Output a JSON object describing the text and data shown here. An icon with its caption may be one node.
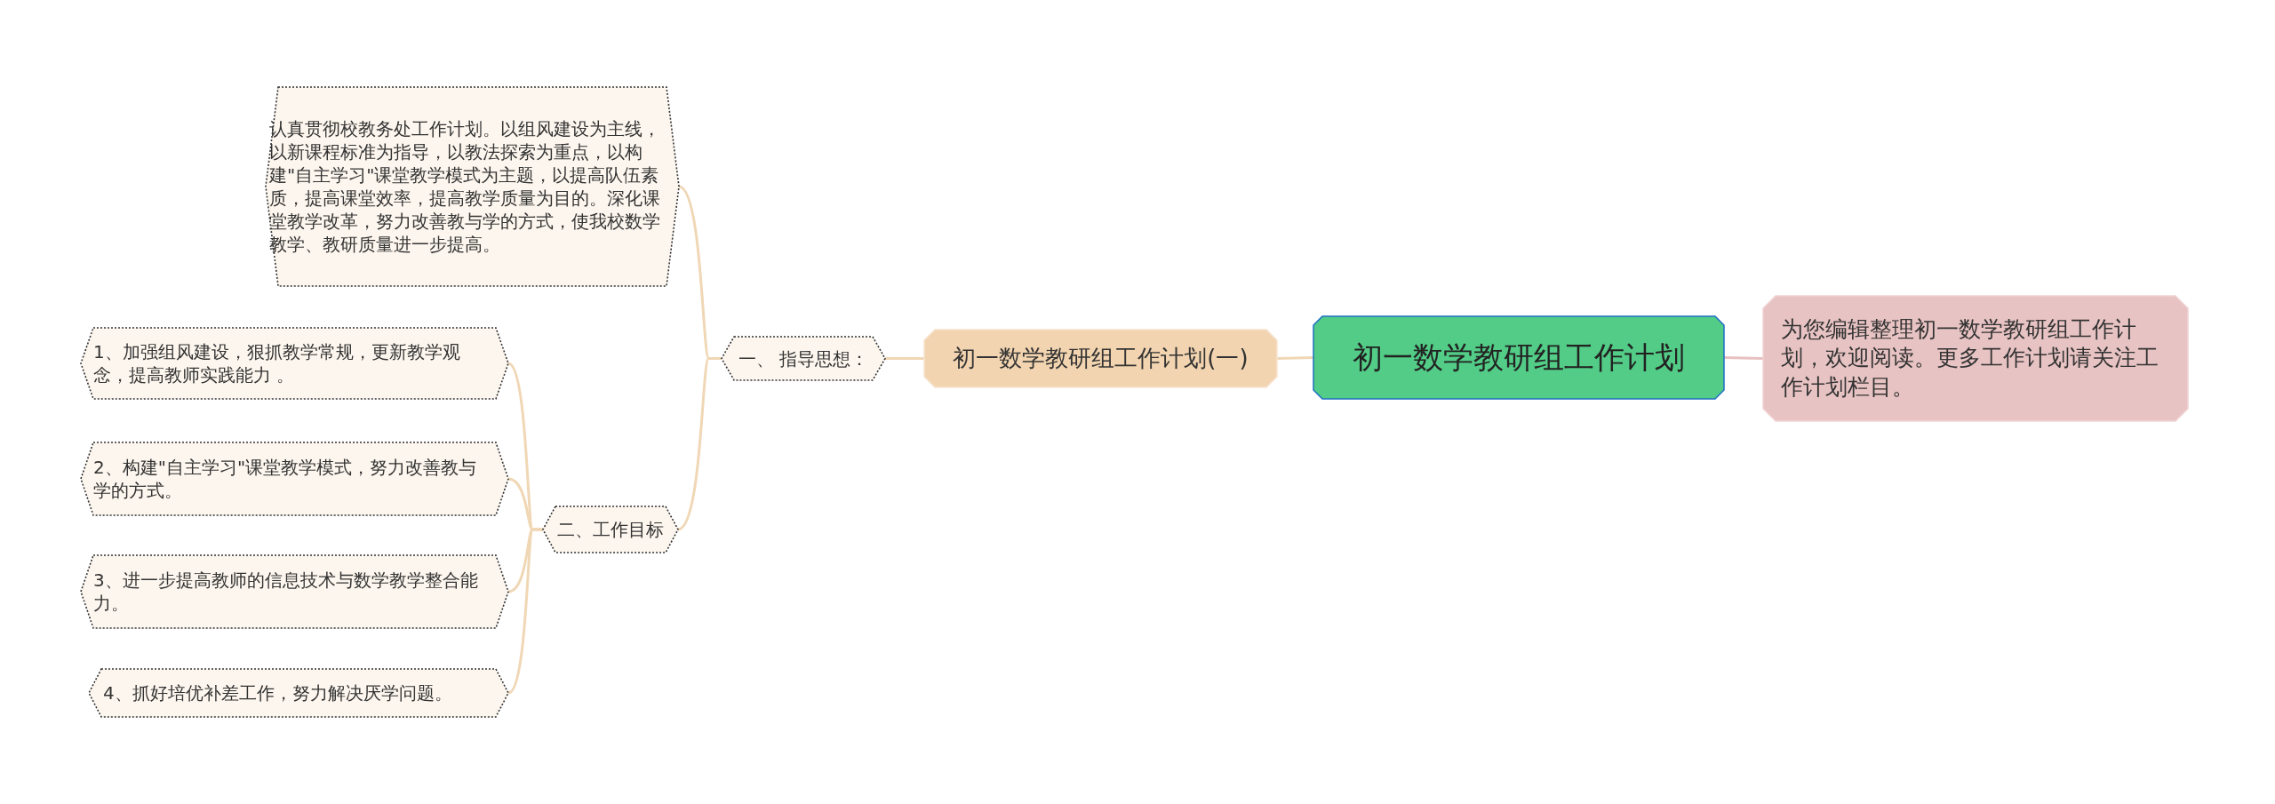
{
  "diagram": {
    "nodes": [
      {
        "text": [
          "初一数学教研组工作计划"
        ]
      },
      {
        "text": [
          "为您编辑整理初一数学教研组工作计划，欢迎阅读。更多工作计划请关注工作计划栏目。"
        ]
      },
      {
        "text": [
          "初一数学教研组工作计划(一)"
        ]
      },
      {
        "text": [
          "一、 指导思想："
        ]
      },
      {
        "text": [
          "认真贯彻校教务处工作计划。以组风建设为主线，以新课程标准为指导，以教法探索为重点，以构建\"自主学习\"课堂教学模式为主题，以提高队伍素质，提高课堂效率，提高教学质量为目的。深化课堂教学改革，努力改善教与学的方式，使我校数学教学、教研质量进一步提高。"
        ]
      },
      {
        "text": [
          "二、工作目标"
        ]
      },
      {
        "text": [
          "1、加强组风建设，狠抓教学常规，更新教学观念，提高教师实践能力 。"
        ]
      },
      {
        "text": [
          "2、构建\"自主学习\"课堂教学模式，努力改善教与学的方式。"
        ]
      },
      {
        "text": [
          "3、进一步提高教师的信息技术与数学教学整合能力。"
        ]
      },
      {
        "text": [
          "4、抓好培优补差工作，努力解决厌学问题。"
        ]
      }
    ],
    "edges": [
      {
        "from": 0,
        "to": 1,
        "arrow": "none",
        "color": "#e8c0c0"
      },
      {
        "from": 0,
        "to": 2,
        "arrow": "none"
      },
      {
        "from": 2,
        "to": 3,
        "arrow": "none"
      },
      {
        "from": 3,
        "to": 4,
        "arrow": "none"
      },
      {
        "from": 3,
        "to": 5,
        "arrow": "none"
      },
      {
        "from": 5,
        "to": 6,
        "arrow": "none"
      },
      {
        "from": 5,
        "to": 7,
        "arrow": "none"
      },
      {
        "from": 5,
        "to": 8,
        "arrow": "none"
      },
      {
        "from": 5,
        "to": 9,
        "arrow": "none"
      }
    ]
  }
}
